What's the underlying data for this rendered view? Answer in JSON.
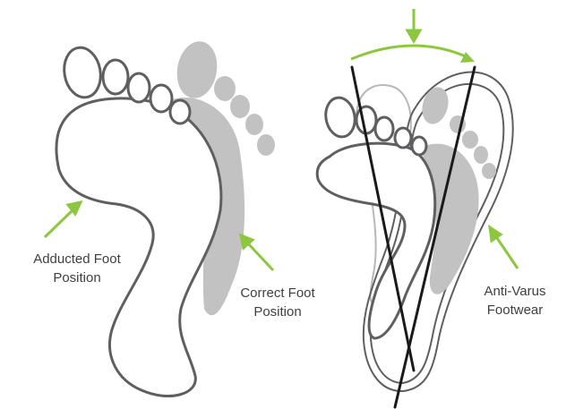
{
  "labels": {
    "adducted": {
      "line1": "Adducted Foot",
      "line2": "Position"
    },
    "correct": {
      "line1": "Correct Foot",
      "line2": "Position"
    },
    "anti_varus": {
      "line1": "Anti-Varus",
      "line2": "Footwear"
    }
  },
  "colors": {
    "outline": "#5f5f61",
    "correct_foot_fill": "#c2c2c3",
    "arrow_green": "#8dc63f",
    "axis_line": "#1a1a1a",
    "faint_outline": "#b8b8b8",
    "label_text": "#3f3f3f"
  }
}
